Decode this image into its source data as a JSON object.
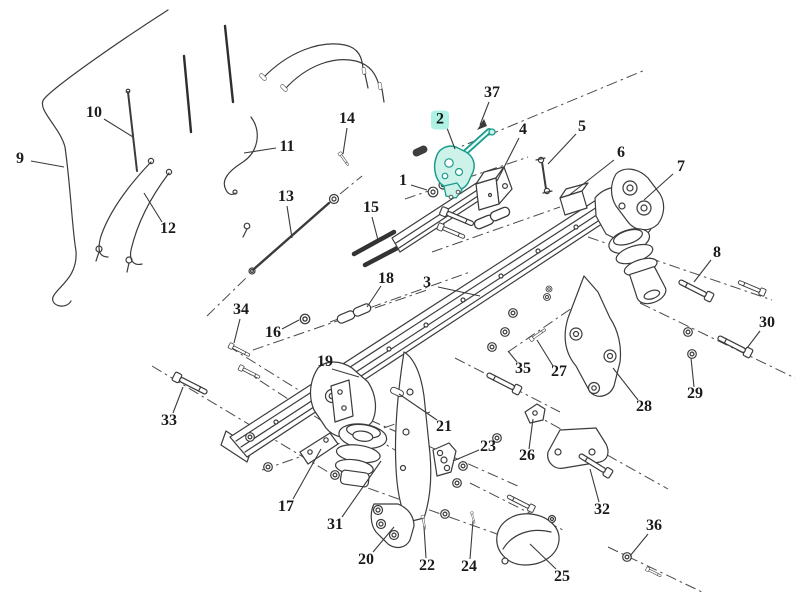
{
  "diagram": {
    "type": "exploded-parts-diagram",
    "subject": "Truck front axle and air suspension assembly, exploded view with numbered callouts",
    "background_color": "#ffffff",
    "line_color": "#3b3b3b",
    "label_color": "#1b1b1b",
    "part_count": 37,
    "selected_part": {
      "number": "2",
      "highlight_color": "#aff1e4",
      "part_stroke_color": "#1a9c8c",
      "part_fill_color": "#cdf2ea"
    },
    "labels": {
      "p1": "1",
      "p2": "2",
      "p3": "3",
      "p4": "4",
      "p5": "5",
      "p6": "6",
      "p7": "7",
      "p8": "8",
      "p9": "9",
      "p10": "10",
      "p11": "11",
      "p12": "12",
      "p13": "13",
      "p14": "14",
      "p15": "15",
      "p16": "16",
      "p17": "17",
      "p18": "18",
      "p19": "19",
      "p20": "20",
      "p21": "21",
      "p22": "22",
      "p23": "23",
      "p24": "24",
      "p25": "25",
      "p26": "26",
      "p27": "27",
      "p28": "28",
      "p29": "29",
      "p30": "30",
      "p31": "31",
      "p32": "32",
      "p33": "33",
      "p34": "34",
      "p35": "35",
      "p36": "36",
      "p37": "37"
    }
  }
}
